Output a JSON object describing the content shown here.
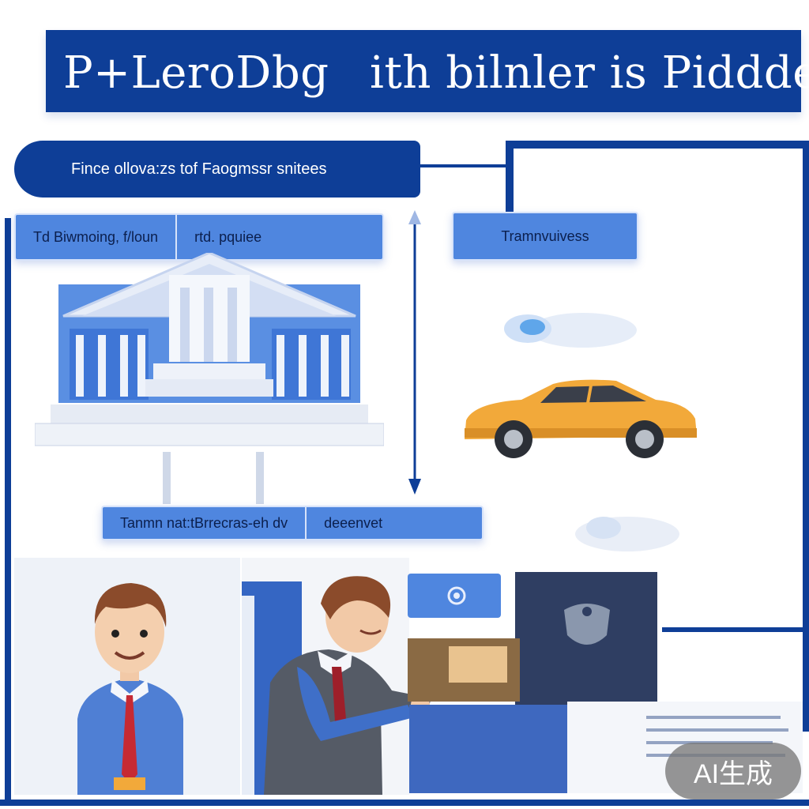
{
  "title": {
    "left": "P+LeroDbg",
    "right": "ith bilnler is Pidddel"
  },
  "subtitle": "Fince ollova:zs tof Faogmssr snitees",
  "bank_label": {
    "part1": "Td Biwmoing, f/loun",
    "part2": "rtd. pquiee"
  },
  "car_label": "Tramnvuivess",
  "bottom_label": {
    "part1": "Tanmn nat:tBrrecras-eh dv",
    "part2": "deeenvet"
  },
  "watermark": "AI生成",
  "colors": {
    "navy": "#0e3e97",
    "blue": "#4f86df",
    "car": "#f2a93a"
  }
}
